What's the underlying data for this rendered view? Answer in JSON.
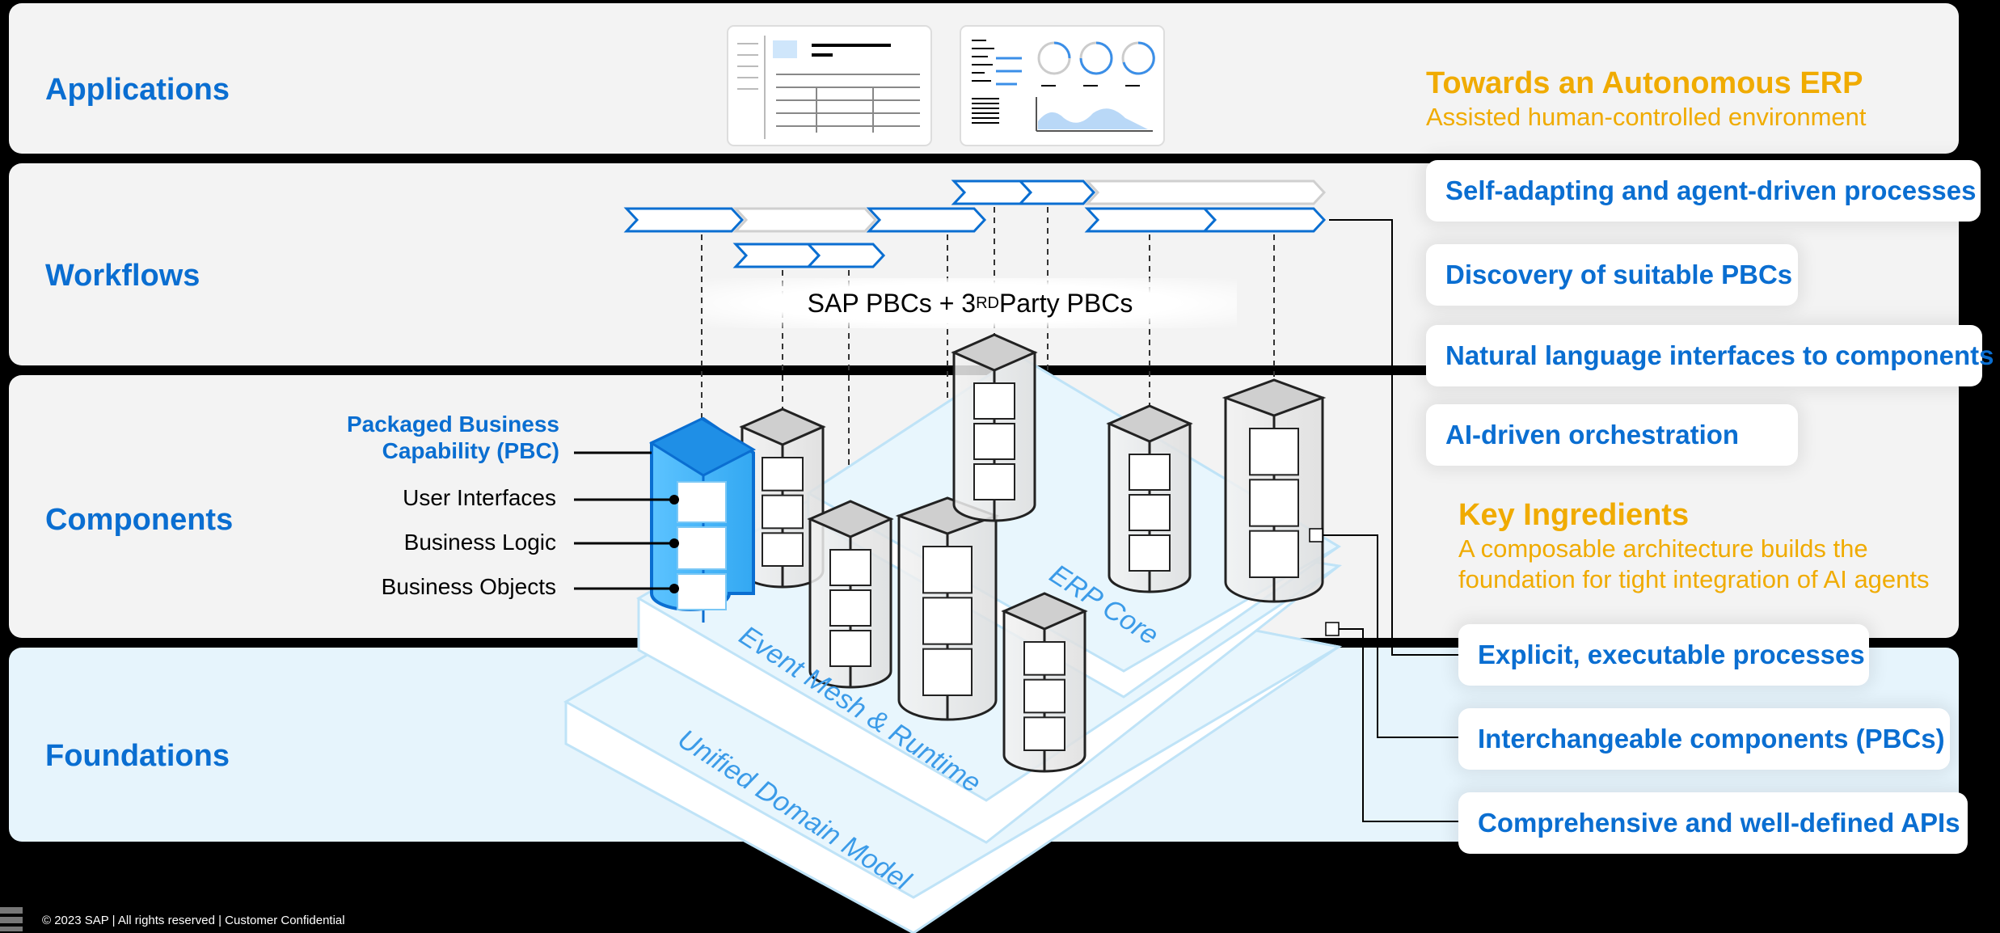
{
  "layers": {
    "applications": "Applications",
    "workflows": "Workflows",
    "components": "Components",
    "foundations": "Foundations"
  },
  "autonomous": {
    "title": "Towards an Autonomous ERP",
    "subtitle": "Assisted human-controlled environment"
  },
  "ai_capabilities": [
    "Self-adapting and agent-driven processes",
    "Discovery of suitable PBCs",
    "Natural language interfaces to components",
    "AI-driven orchestration"
  ],
  "key_ingredients": {
    "title": "Key Ingredients",
    "line1": "A composable architecture builds the",
    "line2": "foundation for tight integration of AI agents",
    "items": [
      "Explicit, executable processes",
      "Interchangeable components (PBCs)",
      "Comprehensive and well-defined APIs"
    ]
  },
  "pbc": {
    "title_line1": "Packaged Business",
    "title_line2": "Capability (PBC)",
    "parts": [
      "User Interfaces",
      "Business Logic",
      "Business Objects"
    ]
  },
  "caption": {
    "prefix": "SAP PBCs + 3",
    "superscript": "RD",
    "suffix": " Party PBCs"
  },
  "platform_labels": {
    "erp_core": "ERP Core",
    "event_mesh": "Event Mesh & Runtime",
    "domain_model": "Unified Domain Model"
  },
  "footer": "© 2023 SAP | All rights reserved | Customer Confidential",
  "colors": {
    "primary_blue": "#0a6ed1",
    "orange": "#f0ab00",
    "band_gray": "#f3f3f3",
    "foundation_blue": "#e6f4fc"
  }
}
